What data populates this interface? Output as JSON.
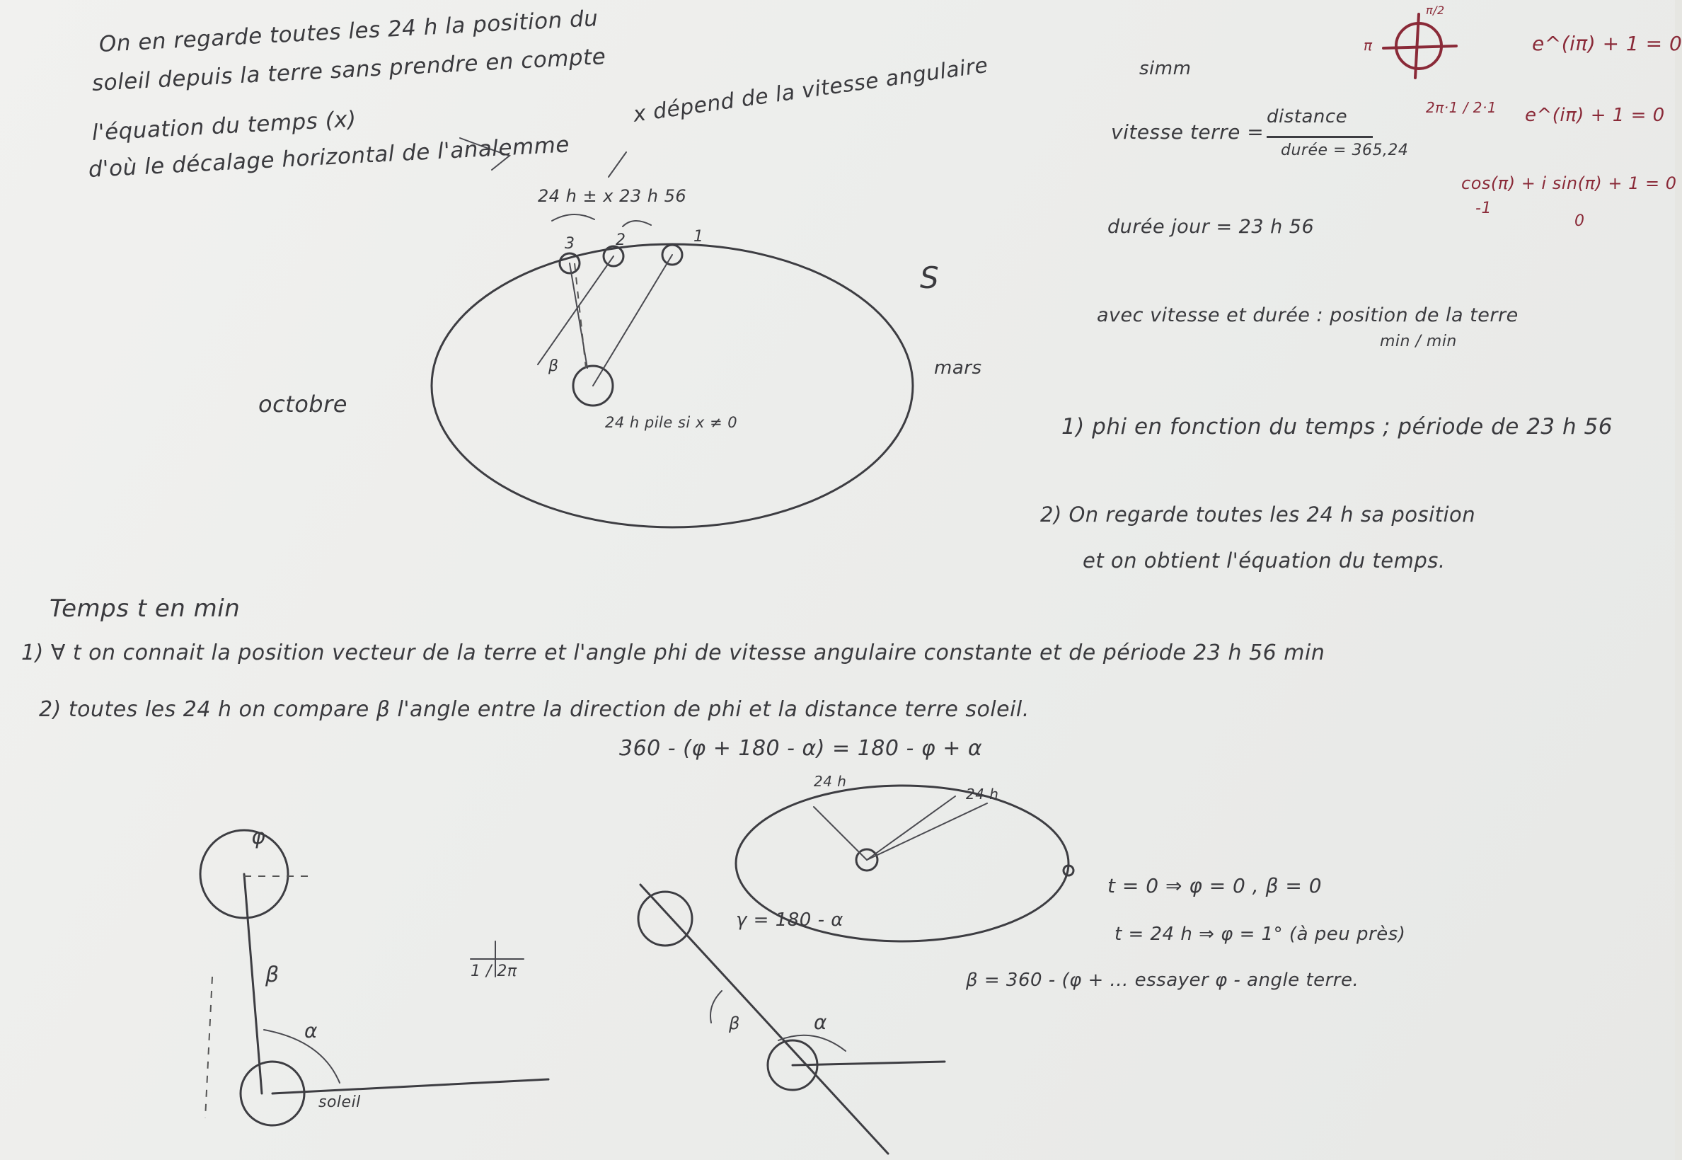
{
  "notes_top_left": [
    "On en regarde toutes les 24 h la position du",
    "soleil depuis la terre sans prendre en compte",
    "l'équation du temps (x)",
    "d'où le décalage horizontal de l'analemme"
  ],
  "orbit_diagram": {
    "annotation": "x dépend de la vitesse angulaire",
    "arc_label": "24 h ± x   23 h 56",
    "point_labels": [
      "3",
      "2",
      "1"
    ],
    "beta_mark": "β",
    "sun_caption": "24 h pile si x ≠ 0",
    "left_label": "octobre",
    "right_label": "mars",
    "season_mark": "S"
  },
  "notes_right": {
    "word_top": "simm",
    "speed_line": "vitesse terre =",
    "speed_numerator": "distance",
    "speed_denominator": "durée = 365,24",
    "day_length": "durée jour = 23 h 56",
    "position_line": "avec vitesse et durée : position de la terre",
    "position_sub": "min / min",
    "item1": "1) phi en fonction du temps ; période de 23 h 56",
    "item2_a": "2) On regarde toutes les 24 h sa position",
    "item2_b": "et on obtient l'équation du temps."
  },
  "math_red": {
    "unit_circle_labels": [
      "π/2",
      "π"
    ],
    "euler_1": "e^(iπ) + 1 = 0",
    "fraction": "2π·1 / 2·1",
    "euler_2": "e^(iπ) + 1 = 0",
    "cos_line": "cos(π) + i sin(π) + 1 = 0",
    "under_cos": "-1",
    "under_sin": "0"
  },
  "section_title": "Temps t en min",
  "method": {
    "line1": "1) ∀ t on connait la position vecteur de la terre et l'angle phi de vitesse angulaire constante et de période 23 h 56 min",
    "line2": "2) toutes les 24 h on compare β l'angle entre la direction de phi et la distance terre soleil.",
    "equation": "360 - (φ + 180 - α) = 180 - φ + α"
  },
  "bottom_diagrams": {
    "left_phi": "φ",
    "left_beta": "β",
    "left_alpha": "α",
    "left_sun": "soleil",
    "small_fraction": "1 / 2π",
    "orbit_label_a": "24 h",
    "orbit_label_b": "24 h",
    "gamma_eq": "γ = 180 - α",
    "mid_beta": "β",
    "mid_alpha": "α",
    "cond1": "t = 0 ⇒ φ = 0 , β = 0",
    "cond2": "t = 24 h ⇒ φ = 1° (à peu près)",
    "cond3": "β = 360 - (φ + ... essayer φ - angle terre."
  }
}
